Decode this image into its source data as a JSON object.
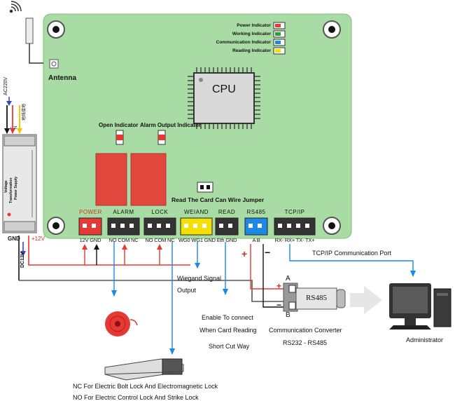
{
  "board": {
    "antenna_label": "Antenna",
    "cpu_label": "CPU",
    "open_indicator": "Open Indicator",
    "alarm_indicator": "Alarm Output Indicator",
    "jumper_label": "Read The Card Can Wire Jumper",
    "indicators": [
      {
        "label": "Power Indicator",
        "color": "#e53935"
      },
      {
        "label": "Working Indicator",
        "color": "#2e9e3a"
      },
      {
        "label": "Communication Indicator",
        "color": "#1e88e5"
      },
      {
        "label": "Reading Indicator",
        "color": "#f4e000"
      }
    ],
    "connectors": [
      {
        "name": "POWER",
        "pins": "12V GND",
        "color": "#e53935",
        "label_color": "#d32f2f"
      },
      {
        "name": "ALARM",
        "pins": "NO COM NC",
        "color": "#333333",
        "label_color": "#111111"
      },
      {
        "name": "LOCK",
        "pins": "NO COM NC",
        "color": "#333333",
        "label_color": "#111111"
      },
      {
        "name": "WEIAND",
        "pins": "WG0 WG1 GND",
        "color": "#f4e000",
        "label_color": "#111111"
      },
      {
        "name": "READ",
        "pins": "Eth GND",
        "color": "#333333",
        "label_color": "#111111"
      },
      {
        "name": "RS485",
        "pins": "A B",
        "color": "#1e88e5",
        "label_color": "#111111"
      },
      {
        "name": "TCP/IP",
        "pins": "RX- RX+ TX- TX+",
        "color": "#333333",
        "label_color": "#111111"
      }
    ]
  },
  "psu": {
    "ac_label": "AC220V",
    "l_label": "L",
    "n_label": "N",
    "earth_label": "地线接地",
    "title_line1": "Voltage",
    "title_line2": "Transformation",
    "title_line3": "Power Supply",
    "gnd_label": "GND",
    "plus12_label": "+12V",
    "dc_label": "DC12V"
  },
  "external": {
    "wiegand_line1": "Wiegand Signal",
    "wiegand_line2": "Output",
    "enable_line1": "Enable To connect",
    "enable_line2": "When Card Reading",
    "enable_line3": "Short Cut Way",
    "tcp_port": "TCP/IP Communication Port",
    "converter_line1": "Communication Converter",
    "converter_line2": "RS232 - RS485",
    "converter_text": "RS485",
    "plus_sign": "+",
    "minus_sign": "−",
    "pin_a": "A",
    "pin_b": "B",
    "admin_label": "Administrator",
    "lock_line1": "NC For Electric Bolt Lock And Electromagnetic Lock",
    "lock_line2": "NO For Electric Control Lock And Strike Lock"
  }
}
